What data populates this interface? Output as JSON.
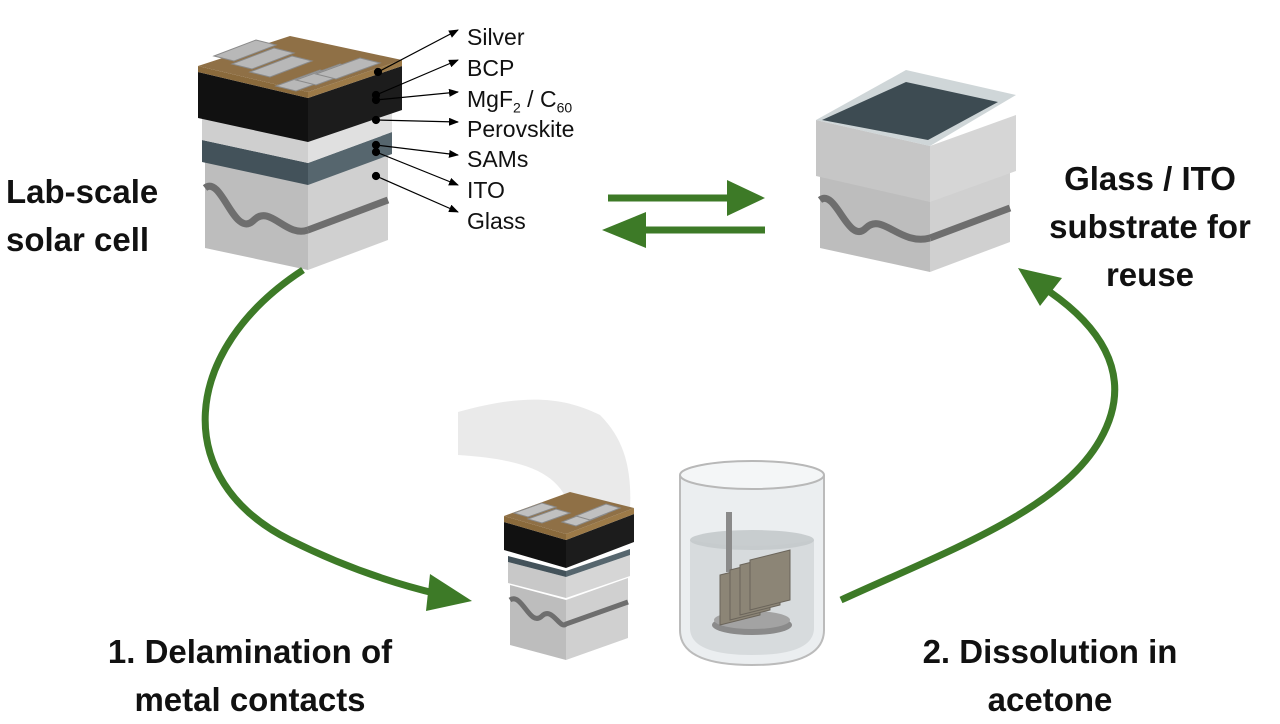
{
  "layer_labels": {
    "silver": "Silver",
    "bcp": "BCP",
    "mgf_pre": "MgF",
    "mgf_sub": "2",
    "mgf_mid": " / C",
    "mgf_sub2": "60",
    "perovskite": "Perovskite",
    "sams": "SAMs",
    "ito": "ITO",
    "glass": "Glass"
  },
  "lab_cell": {
    "line1": "Lab-scale",
    "line2": "solar cell"
  },
  "substrate": {
    "line1": "Glass / ITO",
    "line2": "substrate for",
    "line3": "reuse"
  },
  "step1": {
    "line1": "1. Delamination of",
    "line2": "metal contacts"
  },
  "step2": {
    "line1": "2. Dissolution in",
    "line2": "acetone"
  },
  "colors": {
    "arrow_green": "#3d7a27",
    "glass_gray": "#c9c9c9",
    "ito_slate": "#3d4b52",
    "perovskite_black": "#111111",
    "bcp_gold": "#8a6a3c",
    "silver": "#b3b3b3"
  }
}
